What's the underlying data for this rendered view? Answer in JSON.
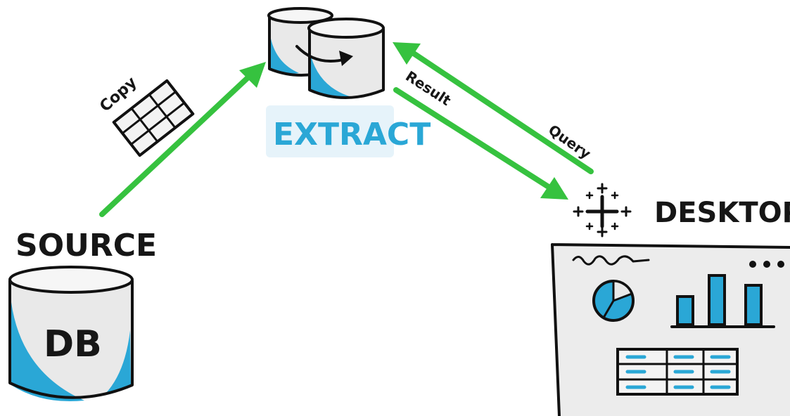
{
  "labels": {
    "source": "SOURCE",
    "db": "DB",
    "extract": "EXTRACT",
    "desktop": "DESKTOP",
    "copy": "Copy",
    "result": "Result",
    "query": "Query"
  },
  "colors": {
    "arrow": "#36c23f",
    "accent_blue": "#2aa7d6",
    "ink": "#111111",
    "fill_gray": "#e9e9e9"
  },
  "icons": [
    "database-icon",
    "table-grid-icon",
    "extract-cylinders-icon",
    "tableau-logo-icon",
    "dashboard-icon"
  ]
}
